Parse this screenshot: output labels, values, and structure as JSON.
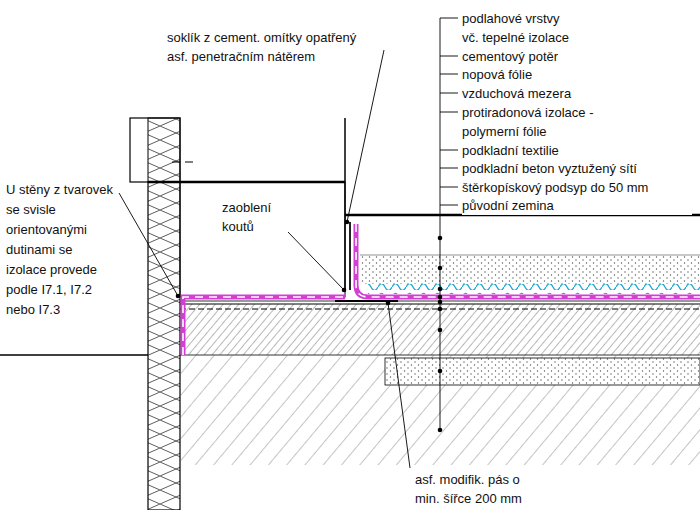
{
  "diagram": {
    "labels": [
      "soklík z cement. omítky opatřený asf. penetračním nátěrem",
      "U stěny z tvarovek se svisle orientovanými dutinami se izolace provede podle I7.1, I7.2 nebo I7.3",
      "zaoblení koutů",
      "podlahové vrstvy vč. tepelné izolace",
      "cementový potěr",
      "nopová fólie",
      "vzduchová mezera",
      "protiradonová izolace - polymerní fólie",
      "podkladní textilie",
      "podkladní beton vyztužený sítí",
      "štěrkopískový podsyp do 50 mm",
      "původní zemina",
      "asf. modifik. pás o min. šířce 200 mm"
    ]
  }
}
